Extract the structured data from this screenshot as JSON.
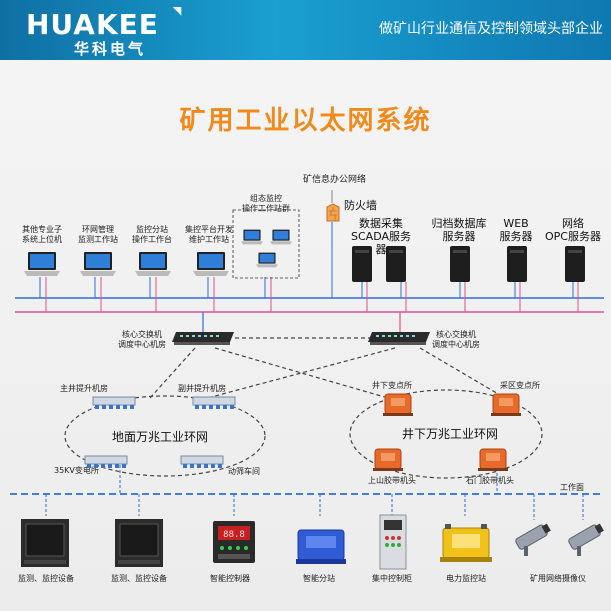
{
  "header": {
    "logo_en": "HUAKEE",
    "logo_cn": "华科电气",
    "slogan": "做矿山行业通信及控制领域头部企业"
  },
  "title": "矿用工业以太网系统",
  "office_network": {
    "label": "矿信息办公网络",
    "firewall": "防火墙"
  },
  "workstations": [
    {
      "label": "其他专业子\n系统上位机"
    },
    {
      "label": "环网管理\n监测工作站"
    },
    {
      "label": "监控分站\n操作工作台"
    },
    {
      "label": "集控平台开发\n维护工作站"
    },
    {
      "label": "组态监控\n操作工作站群"
    }
  ],
  "servers": [
    {
      "label": "数据采集\nSCADA服务器"
    },
    {
      "label": "归档数据库\n服务器"
    },
    {
      "label": "WEB\n服务器"
    },
    {
      "label": "网络\nOPC服务器"
    }
  ],
  "core_switches": [
    {
      "label": "核心交换机\n调度中心机房"
    },
    {
      "label": "核心交换机\n调度中心机房"
    }
  ],
  "surface_ring": {
    "name": "地面万兆工业环网",
    "nodes": [
      "主井提升机房",
      "副井提升机房",
      "35KV变电所",
      "动筛车间"
    ]
  },
  "underground_ring": {
    "name": "井下万兆工业环网",
    "nodes": [
      "井下变点所",
      "采区变点所",
      "上山胶带机头",
      "石门胶带机头"
    ]
  },
  "work_face": "工作面",
  "devices": [
    {
      "label": "监测、监控设备"
    },
    {
      "label": "监测、监控设备"
    },
    {
      "label": "智能控制器"
    },
    {
      "label": "智能分站"
    },
    {
      "label": "集中控制柜"
    },
    {
      "label": "电力监控站"
    },
    {
      "label": "矿用网络摄像仪"
    }
  ],
  "colors": {
    "header_blue": "#1a9fd1",
    "title_orange": "#f08a1c",
    "line_blue": "#2a6fd6",
    "line_pink": "#e0508f",
    "line_gray": "#888888"
  }
}
